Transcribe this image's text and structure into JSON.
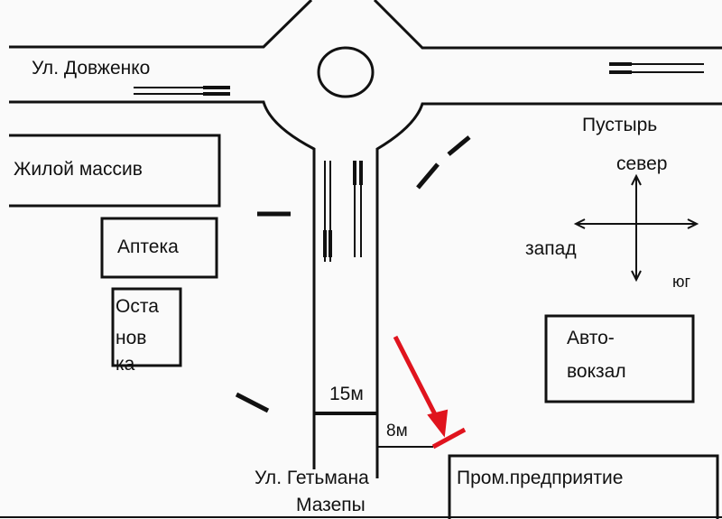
{
  "streets": {
    "top": "Ул. Довженко",
    "bottom_line1": "Ул. Гетьмана",
    "bottom_line2": "Мазепы"
  },
  "places": {
    "residential": "Жилой массив",
    "pharmacy": "Аптека",
    "stop_l1": "Оста",
    "stop_l2": "нов",
    "stop_l3": "ка",
    "wasteland": "Пустырь",
    "bus_l1": "Авто-",
    "bus_l2": "вокзал",
    "factory": "Пром.предприятие"
  },
  "compass": {
    "north": "север",
    "west": "запад",
    "south": "юг"
  },
  "distances": {
    "road_width": "15м",
    "offset": "8м"
  },
  "colors": {
    "marker": "#e0141e",
    "ink": "#111111"
  }
}
